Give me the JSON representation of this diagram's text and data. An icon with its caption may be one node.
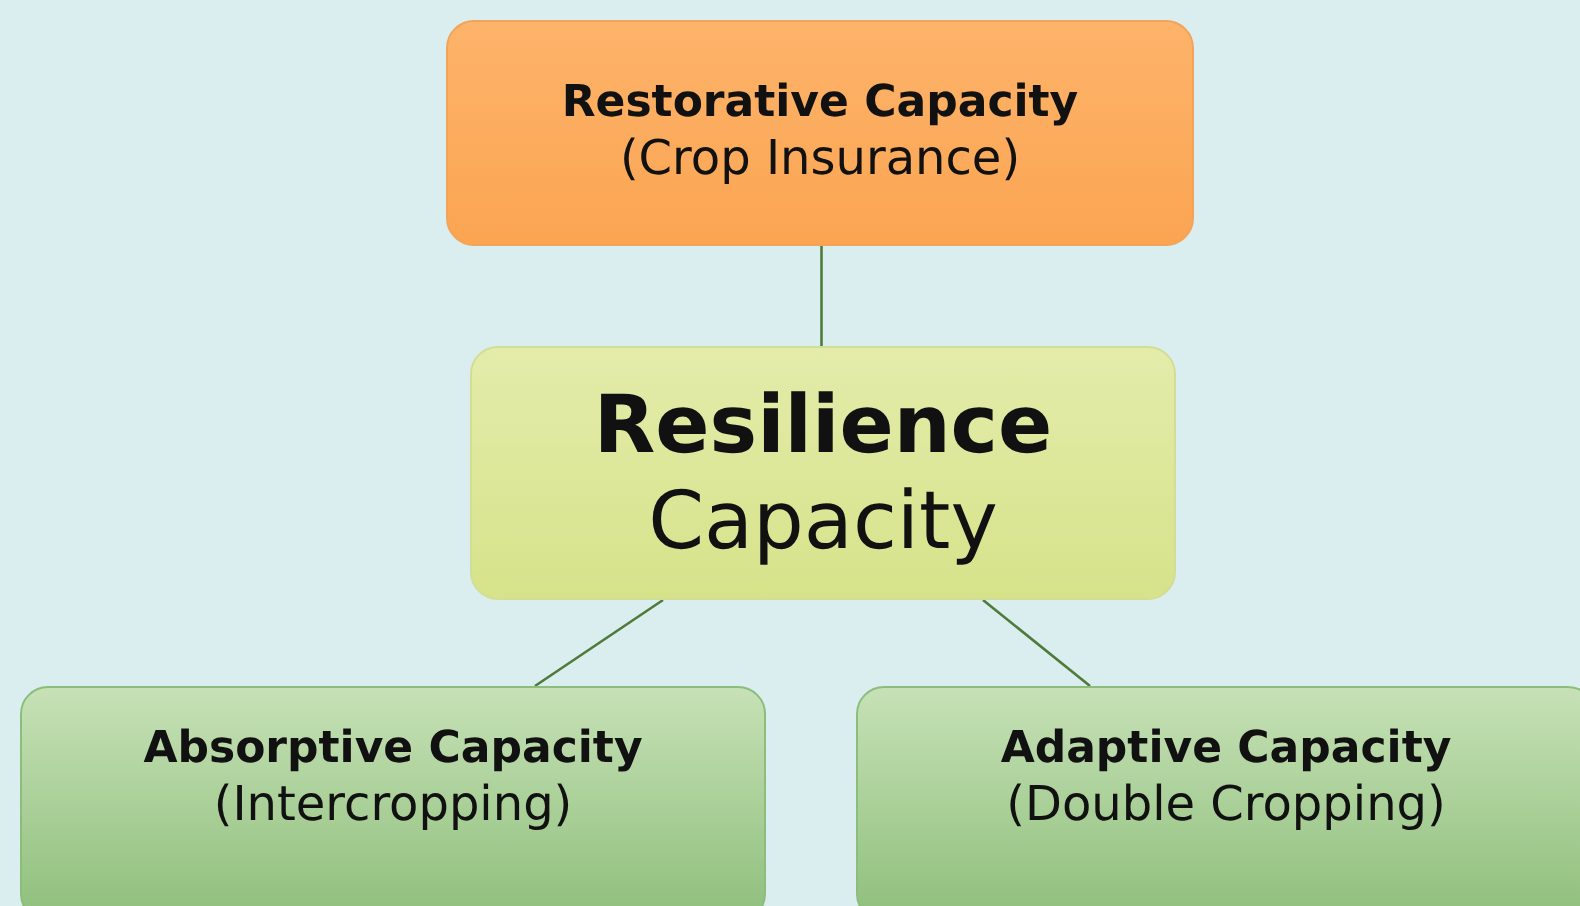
{
  "diagram": {
    "nodes": [
      {
        "text": [
          "Restorative Capacity",
          "(Crop Insurance)"
        ]
      },
      {
        "text": [
          "Resilience",
          "Capacity"
        ]
      },
      {
        "text": [
          "Absorptive Capacity",
          "(Intercropping)"
        ]
      },
      {
        "text": [
          "Adaptive Capacity",
          "(Double Cropping)"
        ]
      }
    ],
    "edges": [
      {
        "from": 0,
        "to": 1,
        "arrow": "none"
      },
      {
        "from": 1,
        "to": 2,
        "arrow": "none"
      },
      {
        "from": 1,
        "to": 3,
        "arrow": "none"
      }
    ]
  }
}
